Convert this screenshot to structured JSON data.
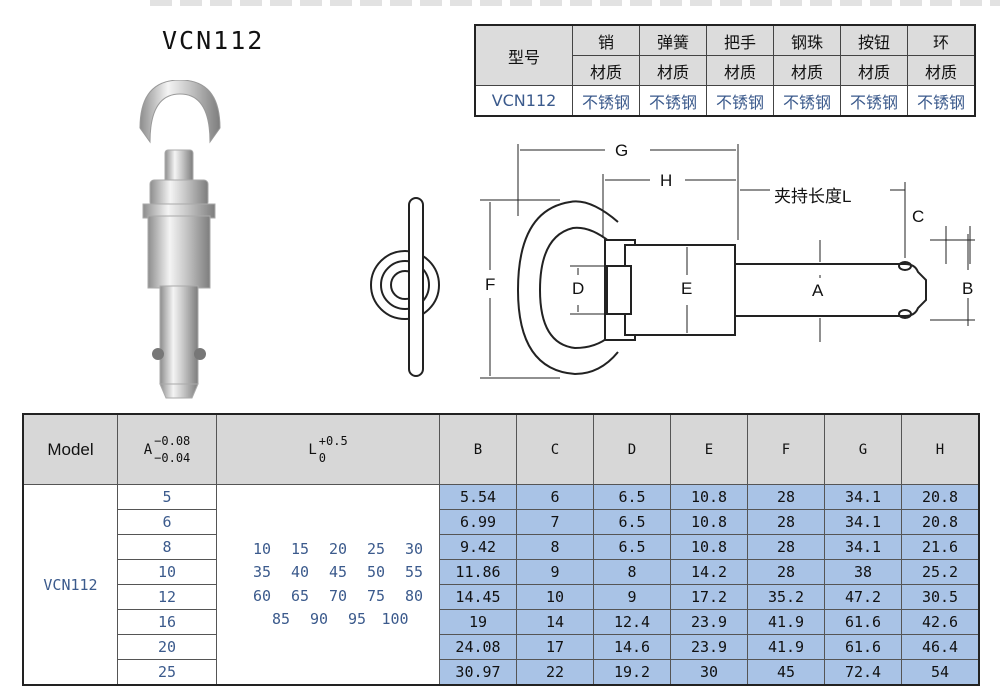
{
  "product": {
    "model_title": "VCN112"
  },
  "material_table": {
    "row_label_header": "型号",
    "parts": [
      "销",
      "弹簧",
      "把手",
      "钢珠",
      "按钮",
      "环"
    ],
    "material_label": "材质",
    "model": "VCN112",
    "values": [
      "不锈钢",
      "不锈钢",
      "不锈钢",
      "不锈钢",
      "不锈钢",
      "不锈钢"
    ]
  },
  "drawing": {
    "labels": {
      "G": "G",
      "H": "H",
      "L": "夹持长度L",
      "C": "C",
      "F": "F",
      "D": "D",
      "E": "E",
      "A": "A",
      "B": "B"
    }
  },
  "spec_table": {
    "headers": {
      "model": "Model",
      "a": "A",
      "a_tol_top": "−0.08",
      "a_tol_bottom": "−0.04",
      "l": "L",
      "l_tol_top": "+0.5",
      "l_tol_bottom": "0",
      "cols": [
        "B",
        "C",
        "D",
        "E",
        "F",
        "G",
        "H"
      ]
    },
    "model": "VCN112",
    "l_values": [
      [
        "10",
        "15",
        "20",
        "25",
        "30"
      ],
      [
        "35",
        "40",
        "45",
        "50",
        "55"
      ],
      [
        "60",
        "65",
        "70",
        "75",
        "80"
      ],
      [
        "85",
        "90",
        "95",
        "100"
      ]
    ],
    "rows": [
      {
        "A": "5",
        "B": "5.54",
        "C": "6",
        "D": "6.5",
        "E": "10.8",
        "F": "28",
        "G": "34.1",
        "H": "20.8"
      },
      {
        "A": "6",
        "B": "6.99",
        "C": "7",
        "D": "6.5",
        "E": "10.8",
        "F": "28",
        "G": "34.1",
        "H": "20.8"
      },
      {
        "A": "8",
        "B": "9.42",
        "C": "8",
        "D": "6.5",
        "E": "10.8",
        "F": "28",
        "G": "34.1",
        "H": "21.6"
      },
      {
        "A": "10",
        "B": "11.86",
        "C": "9",
        "D": "8",
        "E": "14.2",
        "F": "28",
        "G": "38",
        "H": "25.2"
      },
      {
        "A": "12",
        "B": "14.45",
        "C": "10",
        "D": "9",
        "E": "17.2",
        "F": "35.2",
        "G": "47.2",
        "H": "30.5"
      },
      {
        "A": "16",
        "B": "19",
        "C": "14",
        "D": "12.4",
        "E": "23.9",
        "F": "41.9",
        "G": "61.6",
        "H": "42.6"
      },
      {
        "A": "20",
        "B": "24.08",
        "C": "17",
        "D": "14.6",
        "E": "23.9",
        "F": "41.9",
        "G": "61.6",
        "H": "46.4"
      },
      {
        "A": "25",
        "B": "30.97",
        "C": "22",
        "D": "19.2",
        "E": "30",
        "F": "45",
        "G": "72.4",
        "H": "54"
      }
    ]
  }
}
